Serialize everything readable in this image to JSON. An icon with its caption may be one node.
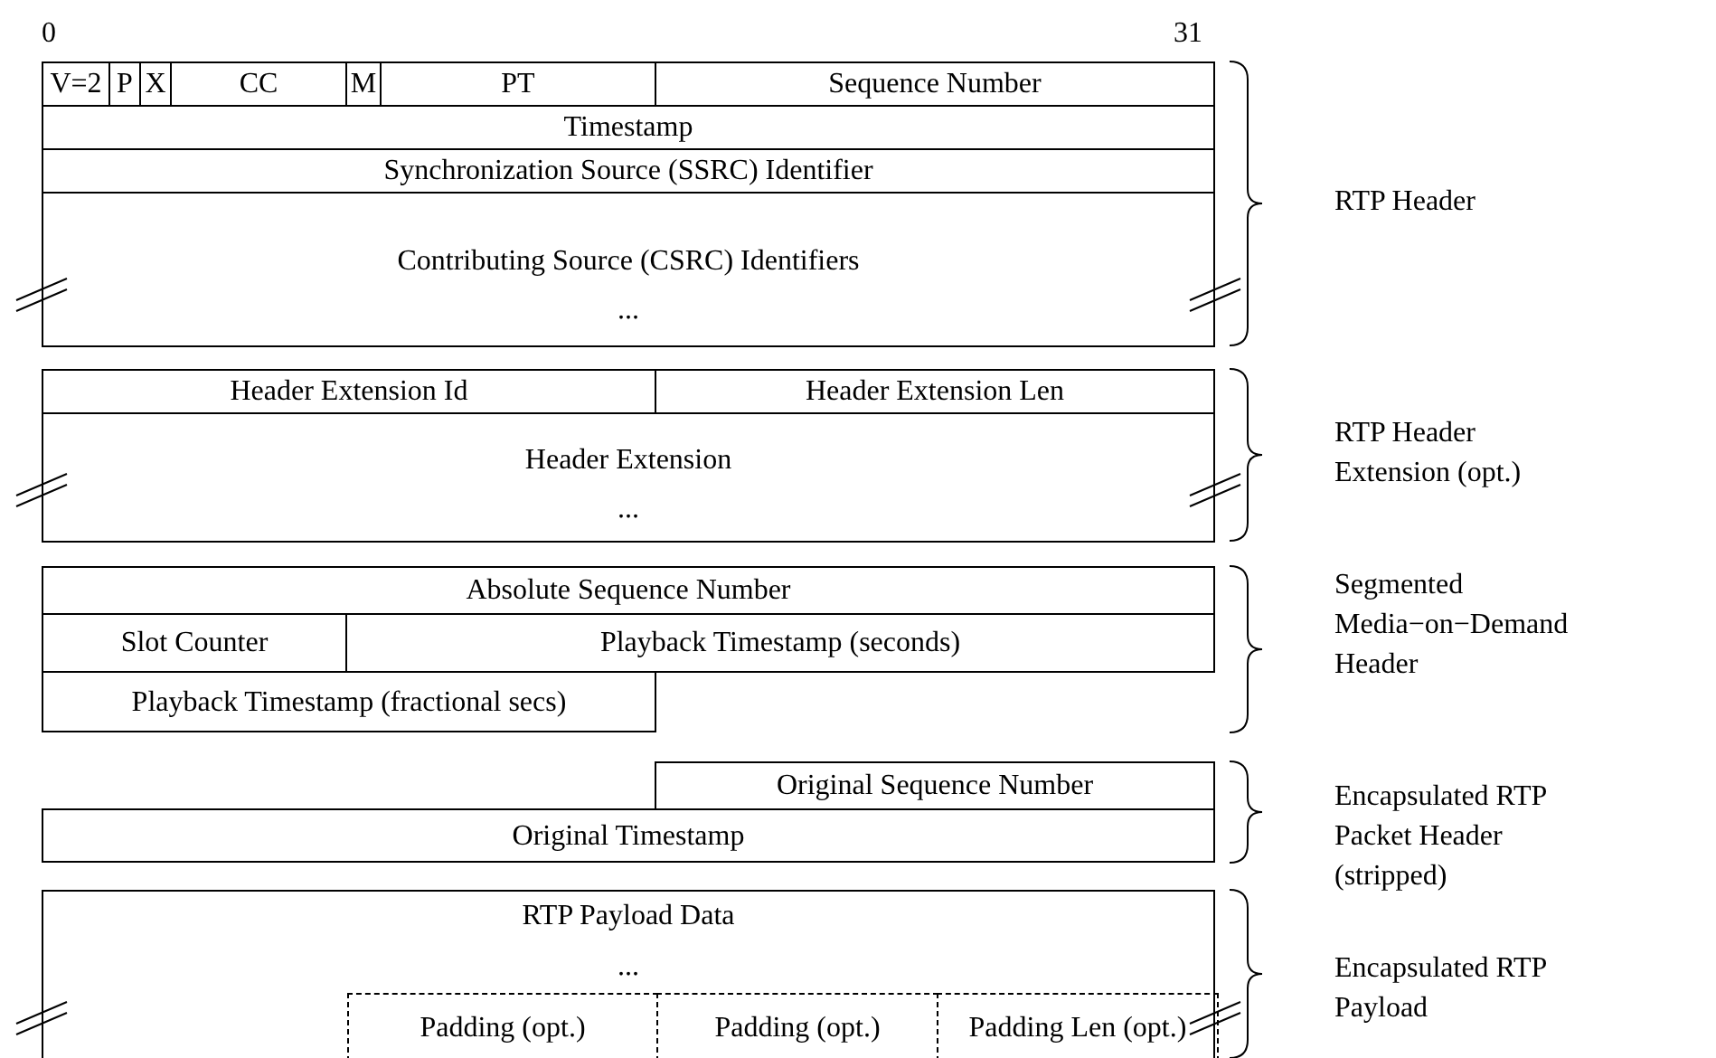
{
  "diagram": {
    "nodes": [
      {
        "text": [
          "V=2"
        ]
      },
      {
        "text": [
          "P"
        ]
      },
      {
        "text": [
          "X"
        ]
      },
      {
        "text": [
          "CC"
        ]
      },
      {
        "text": [
          "M"
        ]
      },
      {
        "text": [
          "PT"
        ]
      },
      {
        "text": [
          "Sequence Number"
        ]
      },
      {
        "text": [
          "Timestamp"
        ]
      },
      {
        "text": [
          "Synchronization Source (SSRC) Identifier"
        ]
      },
      {
        "text": [
          "Contributing Source (CSRC) Identifiers",
          "..."
        ]
      },
      {
        "text": [
          "Header Extension Id"
        ]
      },
      {
        "text": [
          "Header Extension Len"
        ]
      },
      {
        "text": [
          "Header Extension",
          "..."
        ]
      },
      {
        "text": [
          "Absolute Sequence Number"
        ]
      },
      {
        "text": [
          "Slot Counter"
        ]
      },
      {
        "text": [
          "Playback Timestamp (seconds)"
        ]
      },
      {
        "text": [
          "Playback Timestamp (fractional secs)"
        ]
      },
      {
        "text": [
          "Original Sequence Number"
        ]
      },
      {
        "text": [
          "Original Timestamp"
        ]
      },
      {
        "text": [
          "RTP Payload Data",
          "..."
        ]
      },
      {
        "text": [
          "Padding (opt.)"
        ],
        "in": 19
      },
      {
        "text": [
          "Padding (opt.)"
        ],
        "in": 19
      },
      {
        "text": [
          "Padding Len (opt.)"
        ],
        "in": 19
      }
    ],
    "labels": [
      "0",
      "31",
      "RTP Header",
      "RTP Header Extension (opt.)",
      "Segmented Media−on−Demand Header",
      "Encapsulated RTP Packet Header (stripped)",
      "Encapsulated RTP Payload"
    ]
  }
}
